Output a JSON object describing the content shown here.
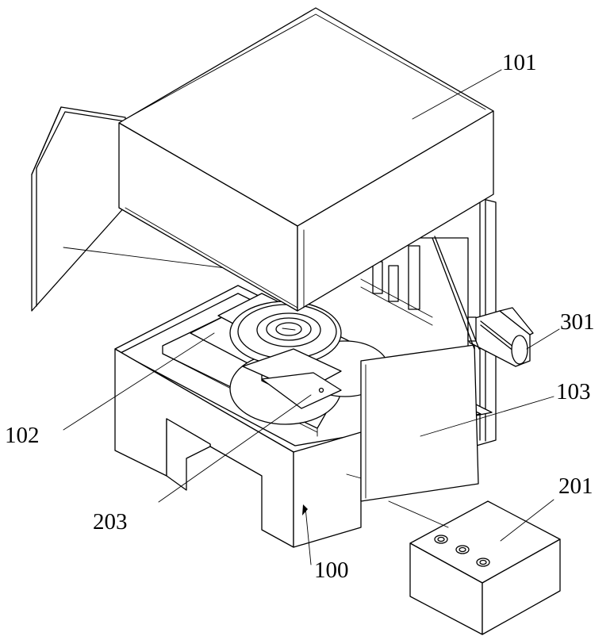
{
  "labels": {
    "cover": "101",
    "base": "100",
    "left_door_rail": "102",
    "right_door": "103",
    "control_box": "201",
    "clamp": "203",
    "motor": "301"
  }
}
